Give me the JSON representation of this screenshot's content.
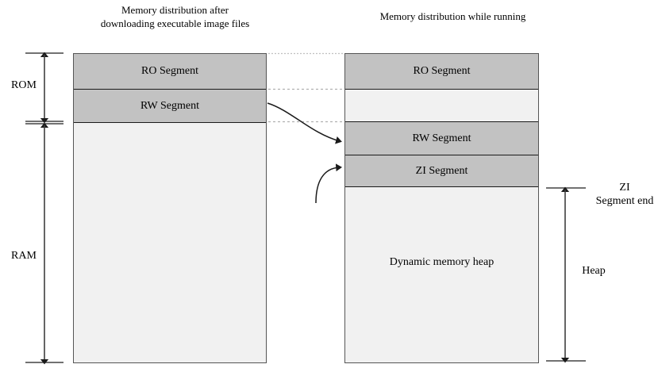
{
  "diagram": {
    "title_left": "Memory distribution after downloading executable image files",
    "title_right": "Memory distribution while running",
    "left_column": {
      "segments": [
        {
          "label": "RO Segment",
          "kind": "filled"
        },
        {
          "label": "RW Segment",
          "kind": "filled"
        },
        {
          "label": "",
          "kind": "empty"
        }
      ]
    },
    "right_column": {
      "segments": [
        {
          "label": "RO Segment",
          "kind": "filled"
        },
        {
          "label": "",
          "kind": "empty"
        },
        {
          "label": "RW Segment",
          "kind": "filled"
        },
        {
          "label": "ZI Segment",
          "kind": "filled"
        },
        {
          "label": "Dynamic memory heap",
          "kind": "empty"
        }
      ]
    },
    "measures": {
      "rom": "ROM",
      "ram": "RAM",
      "zi_segment_end": "ZI\nSegment end",
      "heap": "Heap"
    },
    "colors": {
      "segment_fill": "#c2c2c2",
      "empty_fill": "#f1f1f1",
      "box_border": "#555555",
      "segment_divider": "#1a1a1a",
      "connector_dotted": "#b5b5b5",
      "arrow": "#1a1a1a",
      "measure_line": "#444444",
      "background": "#ffffff"
    }
  }
}
